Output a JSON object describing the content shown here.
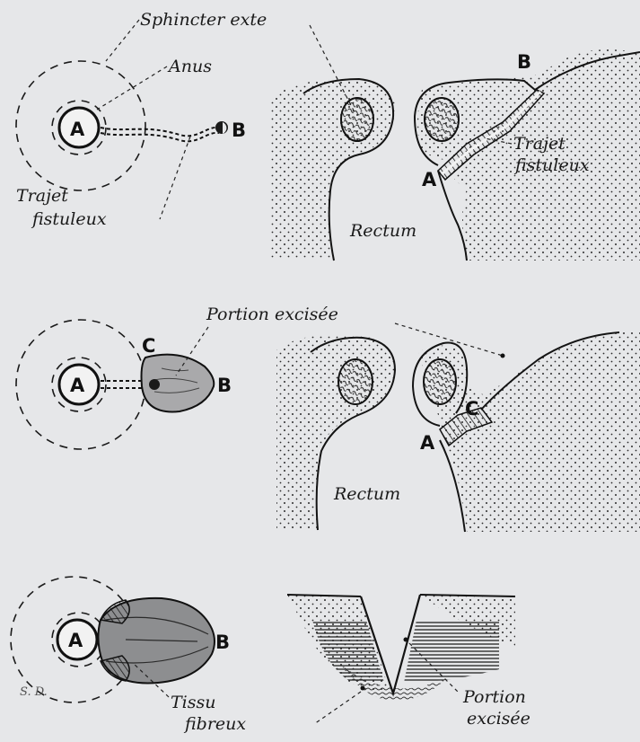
{
  "labels": {
    "sphincter": "Sphincter exte",
    "anus": "Anus",
    "trajet_left_1": "Trajet",
    "trajet_left_2": "fistuleux",
    "trajet_right_1": "Trajet",
    "trajet_right_2": "fistuleux",
    "rectum_1": "Rectum",
    "rectum_2": "Rectum",
    "portion_excisee_top": "Portion excisée",
    "portion_bottom_1": "Portion",
    "portion_bottom_2": "excisée",
    "tissu_1": "Tissu",
    "tissu_2": "fibreux",
    "signature": "S. D."
  },
  "letters": {
    "A": "A",
    "B": "B",
    "C": "C"
  }
}
